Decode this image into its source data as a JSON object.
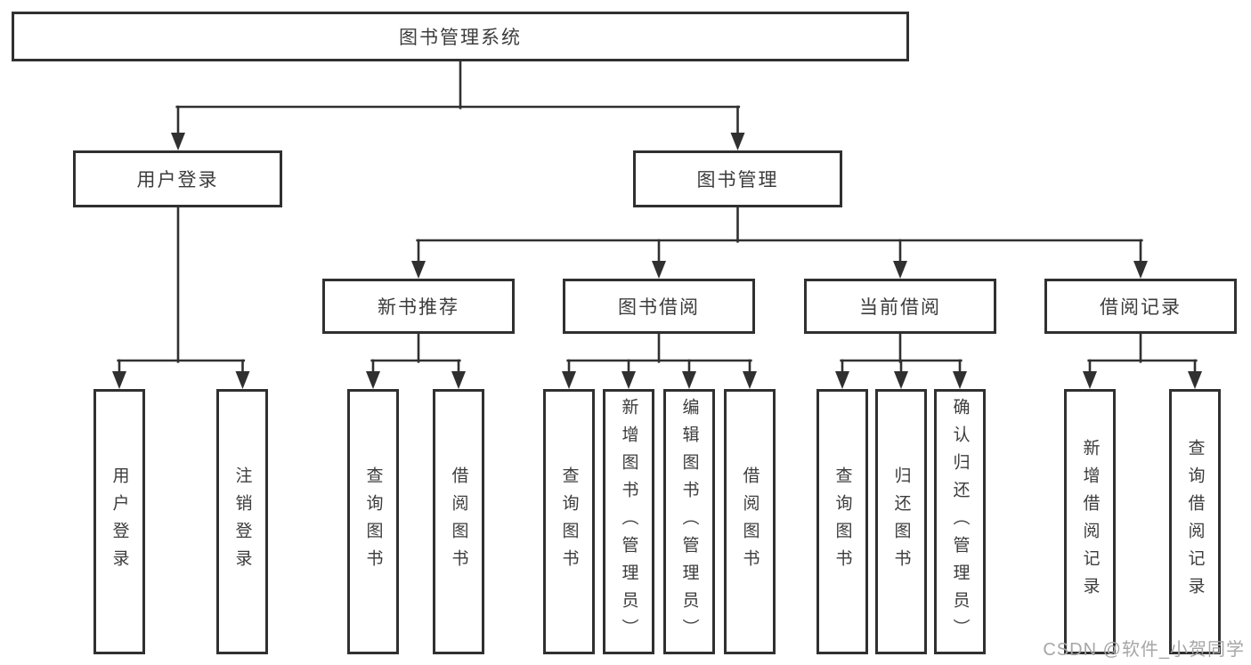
{
  "title": "图书管理系统",
  "watermark": "CSDN @软件_小贺同学",
  "colors": {
    "line": "#303030",
    "box_border": "#303030",
    "text": "#3c3c3c",
    "watermark": "#a6a6a6",
    "background": "#ffffff"
  },
  "tree": {
    "root": {
      "label": "图书管理系统"
    },
    "branches": [
      {
        "label": "用户登录",
        "children": [
          {
            "label": "用户登录"
          },
          {
            "label": "注销登录"
          }
        ]
      },
      {
        "label": "图书管理",
        "children": [
          {
            "label": "新书推荐",
            "children": [
              {
                "label": "查询图书"
              },
              {
                "label": "借阅图书"
              }
            ]
          },
          {
            "label": "图书借阅",
            "children": [
              {
                "label": "查询图书"
              },
              {
                "label": "新增图书（管理员）"
              },
              {
                "label": "编辑图书（管理员）"
              },
              {
                "label": "借阅图书"
              }
            ]
          },
          {
            "label": "当前借阅",
            "children": [
              {
                "label": "查询图书"
              },
              {
                "label": "归还图书"
              },
              {
                "label": "确认归还（管理员）"
              }
            ]
          },
          {
            "label": "借阅记录",
            "children": [
              {
                "label": "新增借阅记录"
              },
              {
                "label": "查询借阅记录"
              }
            ]
          }
        ]
      }
    ]
  }
}
